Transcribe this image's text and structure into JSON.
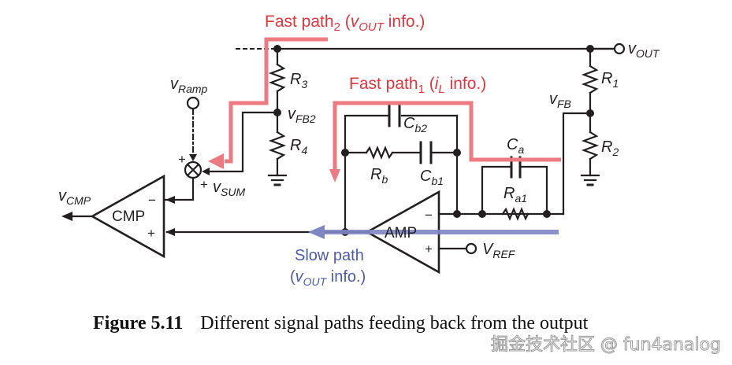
{
  "figure": {
    "caption_label": "Figure 5.11",
    "caption_text": "Different signal paths feeding back from the output"
  },
  "watermark": "掘金技术社区 @ fun4analog",
  "paths": {
    "fast_path_2": {
      "main": "Fast path",
      "sub": "2",
      "open": " (",
      "var": "v",
      "var_sub": "OUT",
      "rest": " info.)",
      "color": "#e0353f"
    },
    "fast_path_1": {
      "main": "Fast path",
      "sub": "1",
      "open": " (",
      "var": "i",
      "var_sub": "L",
      "rest": " info.)",
      "color": "#e0353f"
    },
    "slow_path": {
      "line1": "Slow path",
      "open": "(",
      "var": "v",
      "var_sub": "OUT",
      "rest": " info.)",
      "color": "#4e5ba8"
    }
  },
  "components": {
    "R1": {
      "name": "R",
      "sub": "1"
    },
    "R2": {
      "name": "R",
      "sub": "2"
    },
    "R3": {
      "name": "R",
      "sub": "3"
    },
    "R4": {
      "name": "R",
      "sub": "4"
    },
    "Rb": {
      "name": "R",
      "sub": "b"
    },
    "Ra1": {
      "name": "R",
      "sub": "a1"
    },
    "Cb1": {
      "name": "C",
      "sub": "b1"
    },
    "Cb2": {
      "name": "C",
      "sub": "b2"
    },
    "Ca": {
      "name": "C",
      "sub": "a"
    },
    "amp": "AMP",
    "cmp": "CMP"
  },
  "nodes": {
    "vout": {
      "name": "v",
      "sub": "OUT"
    },
    "vfb": {
      "name": "v",
      "sub": "FB"
    },
    "vfb2": {
      "name": "v",
      "sub": "FB2"
    },
    "vramp": {
      "name": "v",
      "sub": "Ramp"
    },
    "vsum": {
      "name": "v",
      "sub": "SUM"
    },
    "vcmp": {
      "name": "v",
      "sub": "CMP"
    },
    "vref": {
      "name": "V",
      "sub": "REF"
    }
  },
  "signs": {
    "plus": "+",
    "minus": "−"
  }
}
